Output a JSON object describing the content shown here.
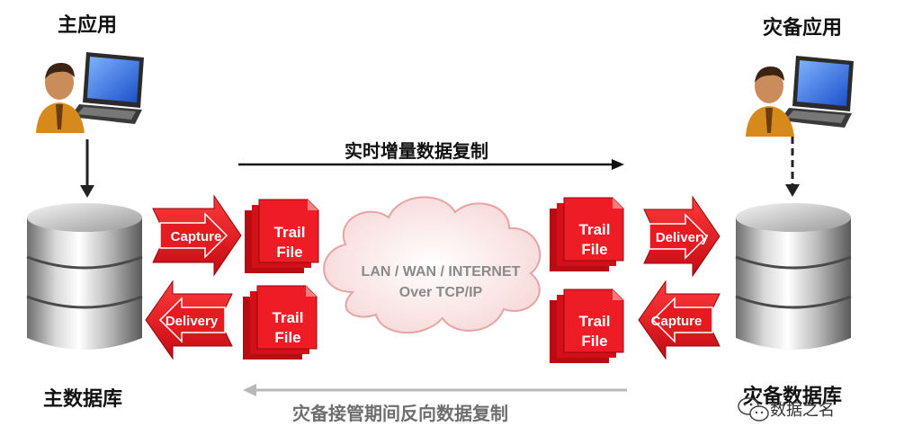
{
  "titles": {
    "primary_app": "主应用",
    "standby_app": "灾备应用",
    "primary_db": "主数据库",
    "standby_db": "灾备数据库"
  },
  "flows": {
    "forward": "实时增量数据复制",
    "reverse": "灾备接管期间反向数据复制"
  },
  "cloud": {
    "line1": "LAN / WAN / INTERNET",
    "line2": "Over TCP/IP"
  },
  "left_top_arrow": "Capture",
  "left_bottom_arrow": "Delivery",
  "right_top_arrow": "Delivery",
  "right_bottom_arrow": "Capture",
  "trail_file": {
    "line1": "Trail",
    "line2": "File"
  },
  "watermark": "数据之名",
  "colors": {
    "accent_red": "#e3101a",
    "dark_red": "#9c0b10",
    "forward_arrow": "#111111",
    "reverse_arrow": "#b8b8b8",
    "reverse_text": "#6e6e6e",
    "cloud_fill": "#fbe3e3",
    "cloud_stroke": "#e8a3a3"
  },
  "icons": [
    "user-computer-icon",
    "database-icon",
    "cloud-icon",
    "wechat-icon"
  ]
}
